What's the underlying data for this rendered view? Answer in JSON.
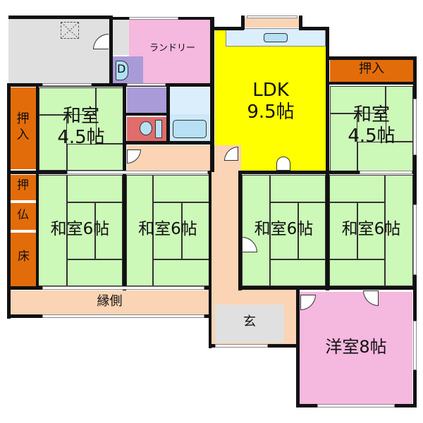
{
  "colors": {
    "washitsu": "#ccf8b8",
    "oshiire": "#e36c0a",
    "ldk": "#ffff00",
    "laundry": "#f5b8de",
    "yoshitsu": "#f5b8de",
    "corridor": "#fad4b4",
    "gray": "#e0e0e0",
    "purple": "#a99bd8",
    "lightblue": "#dbeefc",
    "toilet": "#e06c6c",
    "wall": "#111111"
  },
  "rooms": {
    "laundry": {
      "label": "ランドリー"
    },
    "ldk": {
      "label_line1": "LDK",
      "label_line2": "9.5帖"
    },
    "washitsu_nw": {
      "label_line1": "和室",
      "label_line2": "4.5帖"
    },
    "washitsu_ne": {
      "label_line1": "和室",
      "label_line2": "4.5帖"
    },
    "oshiire_west": {
      "label_line1": "押",
      "label_line2": "入"
    },
    "oshiire_ne": {
      "label": "押入"
    },
    "oshi_small": {
      "label": "押"
    },
    "butsudan": {
      "label": "仏"
    },
    "tokonoma": {
      "label": "床"
    },
    "washitsu_6_1": {
      "label": "和室6帖"
    },
    "washitsu_6_2": {
      "label": "和室6帖"
    },
    "washitsu_6_3": {
      "label": "和室6帖"
    },
    "washitsu_6_4": {
      "label": "和室6帖"
    },
    "engawa": {
      "label": "縁側"
    },
    "genkan": {
      "label": "玄"
    },
    "yoshitsu": {
      "label": "洋室8帖"
    },
    "washer": {
      "label": "D"
    }
  }
}
